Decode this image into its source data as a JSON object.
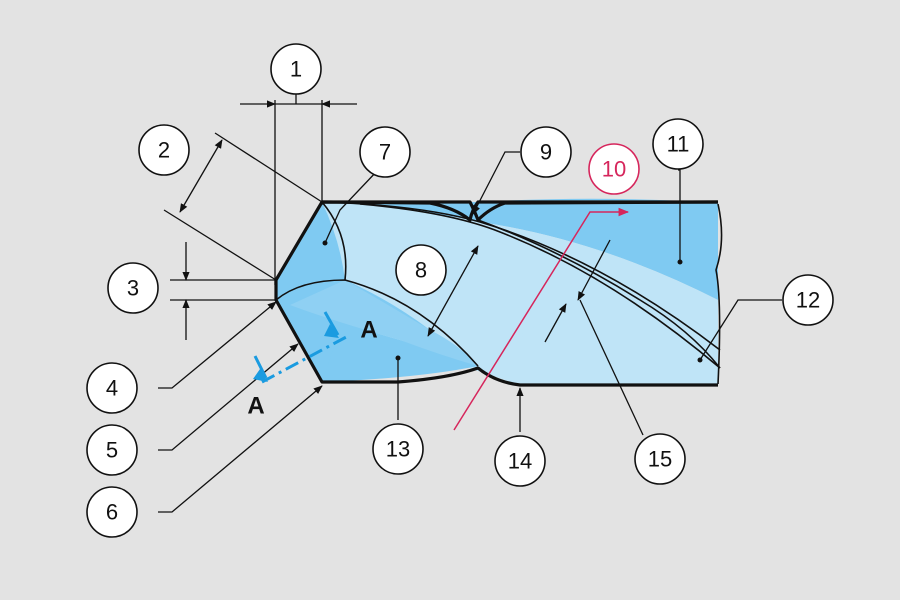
{
  "labels": {
    "c1": "1",
    "c2": "2",
    "c3": "3",
    "c4": "4",
    "c5": "5",
    "c6": "6",
    "c7": "7",
    "c8": "8",
    "c9": "9",
    "c10": "10",
    "c11": "11",
    "c12": "12",
    "c13": "13",
    "c14": "14",
    "c15": "15"
  },
  "section": {
    "top": "A",
    "bottom": "A"
  },
  "colors": {
    "background": "#e3e3e3",
    "flank_light": "#bfe4f7",
    "flank_mid": "#7fcaf2",
    "highlight_red": "#d6265c",
    "section_blue": "#1a9be0",
    "outline": "#111111"
  }
}
